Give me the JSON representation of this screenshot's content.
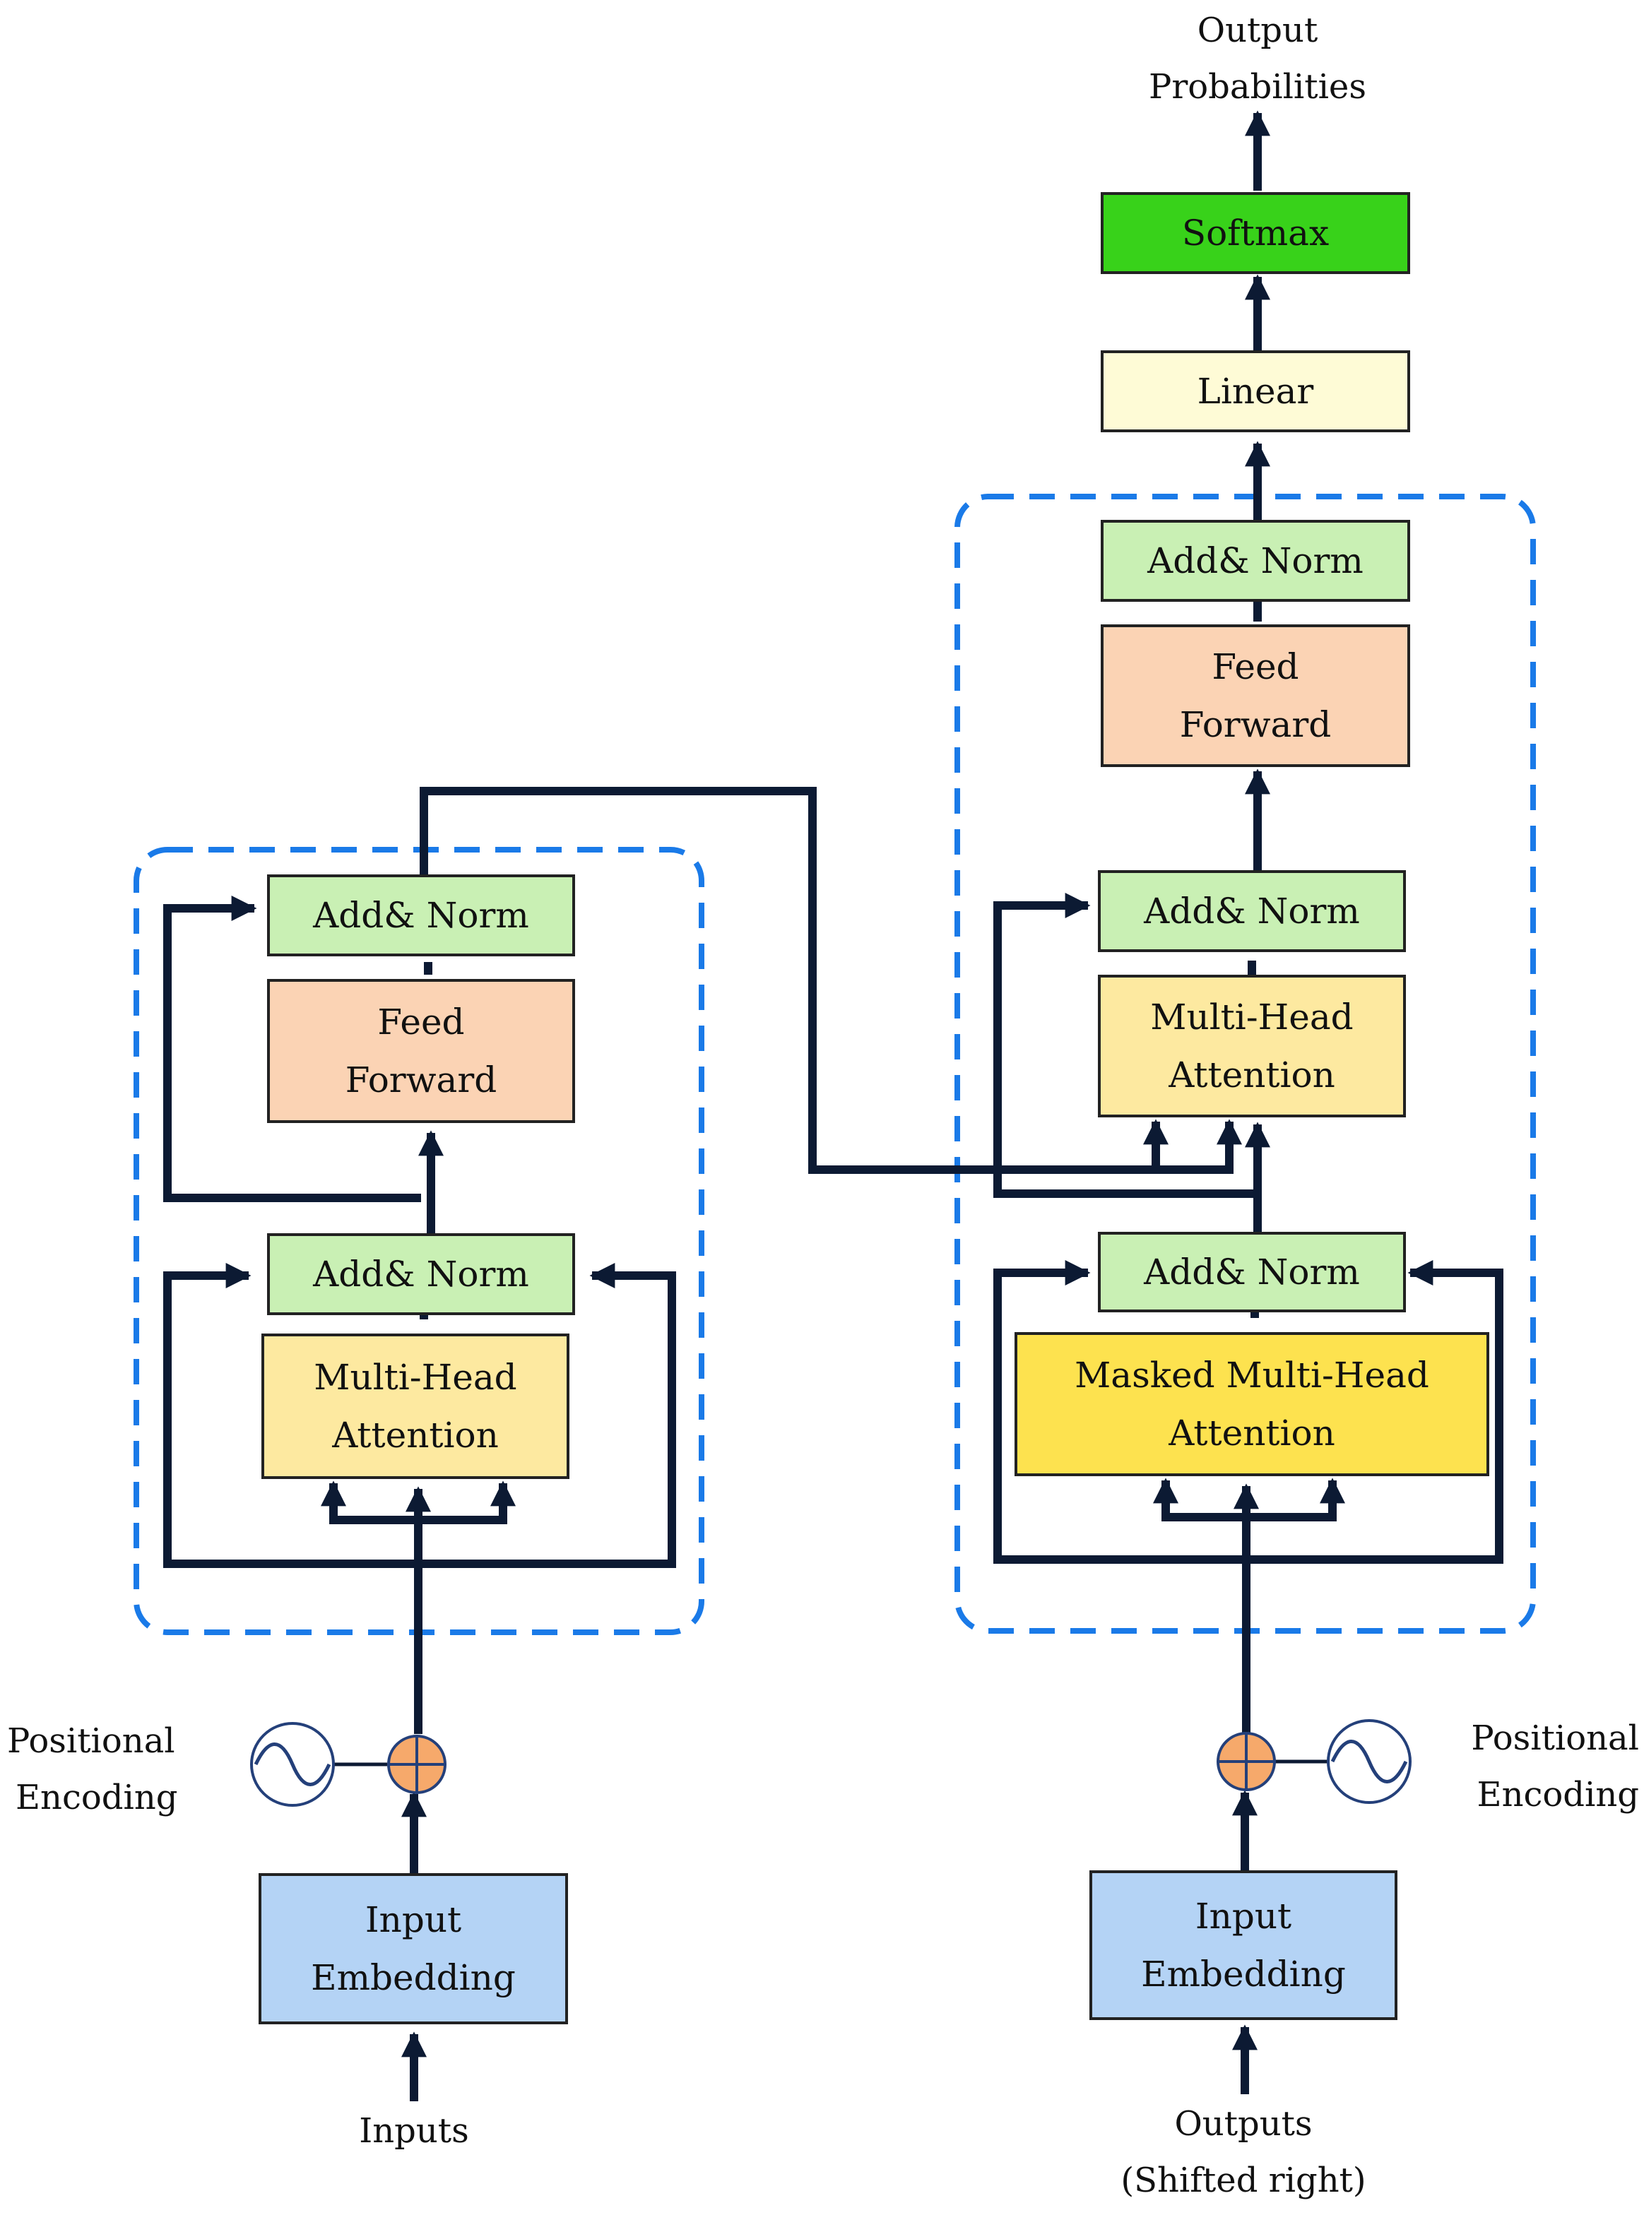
{
  "output_title": {
    "line1": "Output",
    "line2": "Probabilities"
  },
  "encoder": {
    "add_norm_top": "Add& Norm",
    "feed_forward": {
      "line1": "Feed",
      "line2": "Forward"
    },
    "add_norm_bottom": "Add& Norm",
    "attention": {
      "line1": "Multi-Head",
      "line2": "Attention"
    },
    "positional_encoding": {
      "line1": "Positional",
      "line2": "Encoding"
    },
    "embedding": {
      "line1": "Input",
      "line2": "Embedding"
    },
    "input_label": "Inputs"
  },
  "decoder": {
    "softmax": "Softmax",
    "linear": "Linear",
    "add_norm_top": "Add& Norm",
    "feed_forward": {
      "line1": "Feed",
      "line2": "Forward"
    },
    "add_norm_middle": "Add& Norm",
    "cross_attention": {
      "line1": "Multi-Head",
      "line2": "Attention"
    },
    "add_norm_bottom": "Add& Norm",
    "masked_attention": {
      "line1": "Masked Multi-Head",
      "line2": "Attention"
    },
    "positional_encoding": {
      "line1": "Positional",
      "line2": "Encoding"
    },
    "embedding": {
      "line1": "Input",
      "line2": "Embedding"
    },
    "input_label": {
      "line1": "Outputs",
      "line2": "(Shifted right)"
    }
  },
  "colors": {
    "add_norm": "#c9f0b4",
    "feed_forward": "#fbd3b4",
    "attention": "#fde9a0",
    "masked_attention": "#fde24f",
    "embedding": "#b4d3f5",
    "softmax": "#38d21a",
    "linear": "#fefbd6",
    "block_outline": "#1a7ae8",
    "connector": "#0c1a33",
    "adder": "#f6a96b",
    "sine_circle": "#24407a"
  }
}
